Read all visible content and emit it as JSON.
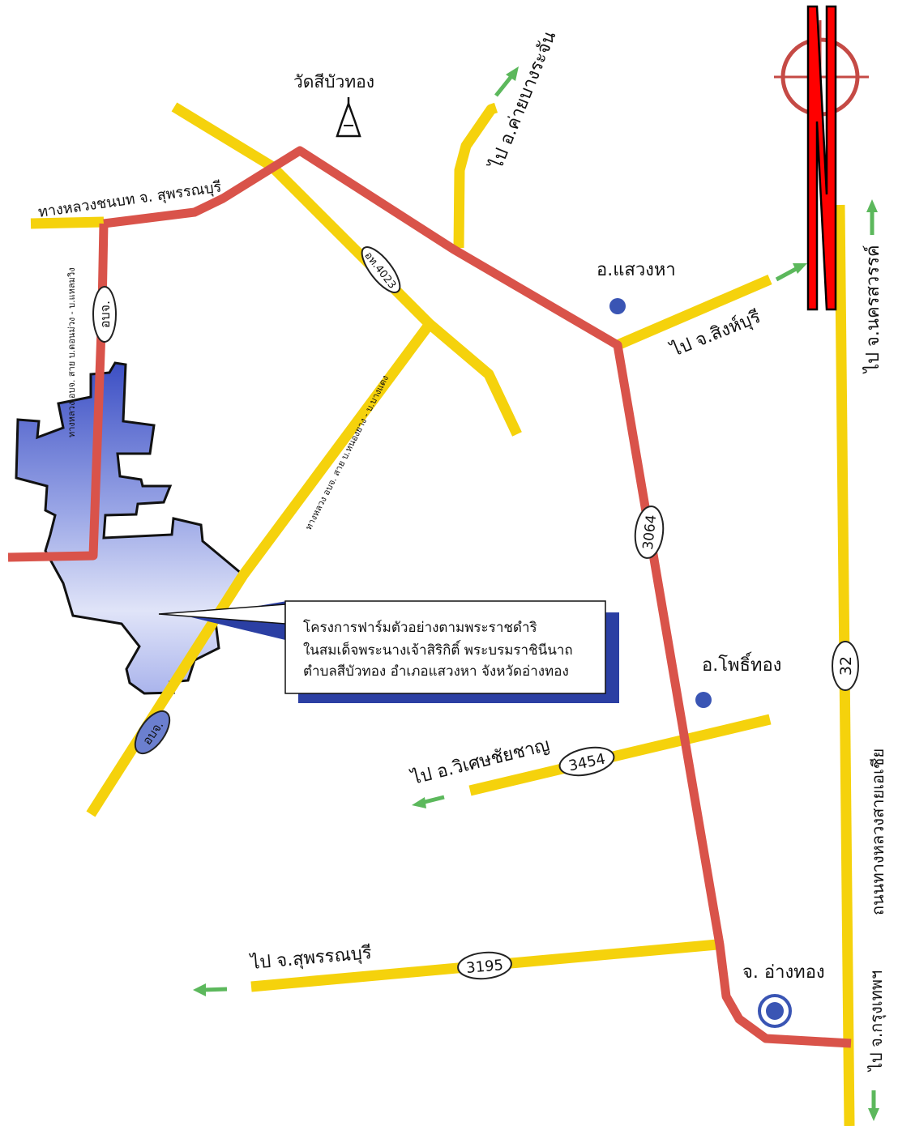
{
  "map": {
    "labels": {
      "temple": "วัดสีบัวทอง",
      "to_bang_rachan": "ไป อ.ค่ายบางระจัน",
      "saeng_ha": "อ.แสวงหา",
      "to_singburi": "ไป จ.สิงห์บุรี",
      "to_nakhon_sawan": "ไป จ.นครสวรรค์",
      "rural_road_suphan": "ทางหลวงชนบท จ. สุพรรณบุรี",
      "local_road_west": "ทางหลวง อบจ. สาย บ.ดอนม่วง - บ.แหลมวิง",
      "local_road_mid": "ทางหลวง อบจ. สาย บ.หนองยาง - บ.บางแดง",
      "pho_thong": "อ.โพธิ์ทอง",
      "to_wiset": "ไป อ.วิเศษชัยชาญ",
      "to_suphanburi": "ไป จ.สุพรรณบุรี",
      "ang_thong": "จ. อ่างทอง",
      "asia_highway": "ถนนทางหลวงสายเอเชีย",
      "to_bangkok": "ไป จ.กรุงเทพฯ"
    },
    "route_shields": {
      "r4023": "อท.4023",
      "r3064": "3064",
      "r3454": "3454",
      "r3195": "3195",
      "r32": "32",
      "obj_north": "อบจ.",
      "obj_south": "อบจ."
    },
    "callout": {
      "line1": "โครงการฟาร์มตัวอย่างตามพระราชดำริ",
      "line2": "ในสมเด็จพระนางเจ้าสิริกิติ์ พระบรมราชินีนาถ",
      "line3": "ตำบลสีบัวทอง อำเภอแสวงหา จังหวัดอ่างทอง"
    },
    "compass": {
      "letter": "N"
    },
    "colors": {
      "major_road": "#f5d20c",
      "minor_road": "#d9534a",
      "farm_area": "#5b6bd0",
      "direction_arrow": "#5cb85c",
      "district_marker": "#3a55b4",
      "callout_shadow": "#2b3fa3"
    }
  }
}
